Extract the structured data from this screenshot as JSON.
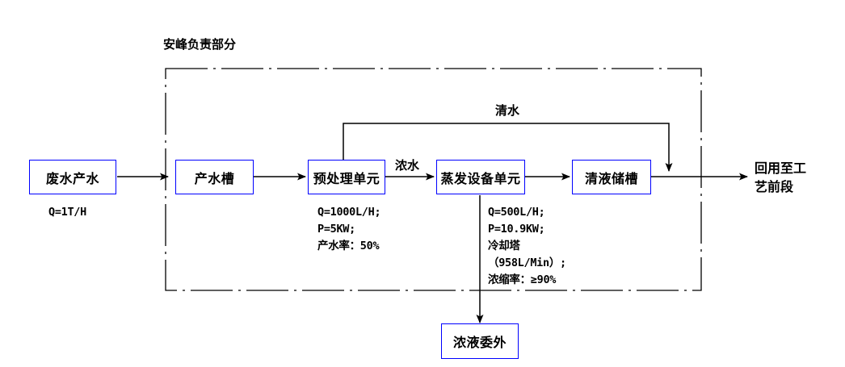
{
  "diagram": {
    "boundary_label": "安峰负责部分",
    "nodes": [
      {
        "id": "wastewater",
        "label": "废水产水"
      },
      {
        "id": "water-tank",
        "label": "产水槽"
      },
      {
        "id": "pretreat",
        "label": "预处理单元"
      },
      {
        "id": "evaporator",
        "label": "蒸发设备单元"
      },
      {
        "id": "clear-tank",
        "label": "清液储槽"
      },
      {
        "id": "sludge-out",
        "label": "浓液委外"
      }
    ],
    "edge_labels": {
      "clean_water": "清水",
      "concentrate": "浓水"
    },
    "terminal_output": "回用至工\n艺前段",
    "specs": {
      "wastewater": "Q=1T/H",
      "pretreat": "Q=1000L/H;\nP=5KW;\n产水率：50%",
      "evaporator": "Q=500L/H;\nP=10.9KW;\n冷却塔\n（958L/Min）;\n浓缩率：≥90%"
    },
    "colors": {
      "node_border": "#0000ff",
      "line": "#000000",
      "background": "#ffffff"
    }
  }
}
